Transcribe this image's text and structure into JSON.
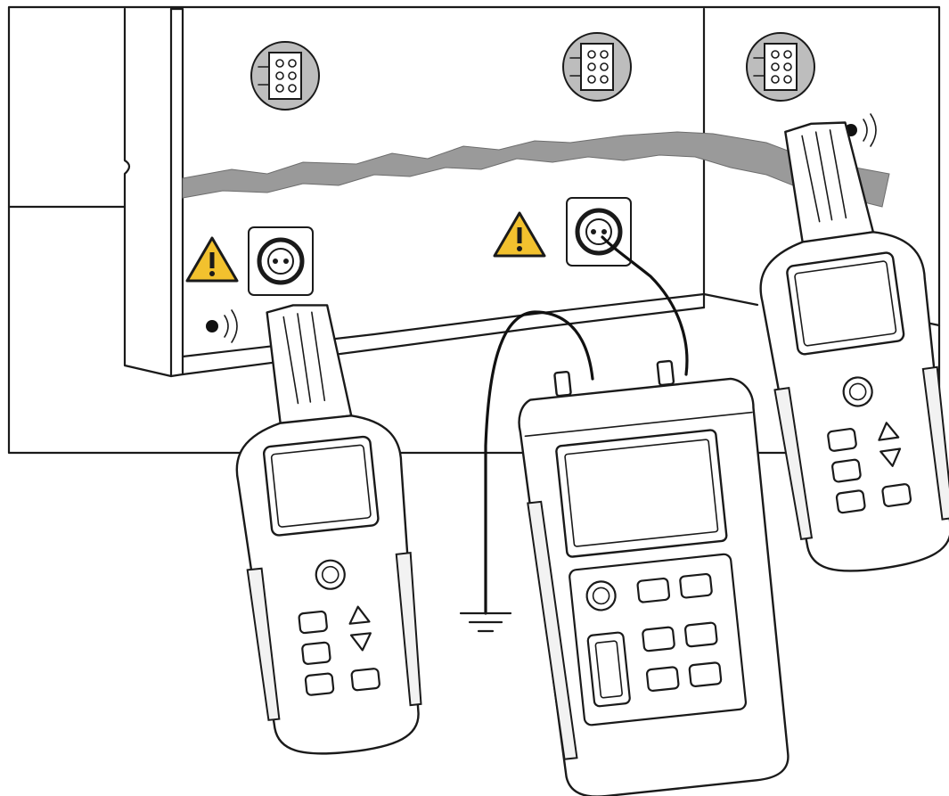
{
  "figure": {
    "colors": {
      "line": "#1a1a1a",
      "wall_fill": "#ffffff",
      "cable_trace": "#9a9a9a",
      "warning_yellow": "#f2c12e",
      "tool_grip": "#f2f2f2"
    },
    "elements": {
      "wall": {
        "icon": "wall-panel"
      },
      "cable_trace": {
        "icon": "hidden-cable-path"
      },
      "junction_boxes": {
        "icon": "junction-box-icon",
        "count": 3
      },
      "sockets": {
        "icon": "power-socket-icon",
        "count": 2
      },
      "warning_signs": {
        "icon": "warning-triangle-icon",
        "count": 2
      },
      "receivers": {
        "icon": "cable-receiver-icon",
        "count": 2
      },
      "transmitter": {
        "icon": "cable-transmitter-icon"
      },
      "ground": {
        "icon": "ground-symbol-icon"
      },
      "signal_indicators": {
        "icon": "signal-wave-icon",
        "count": 2
      }
    }
  }
}
